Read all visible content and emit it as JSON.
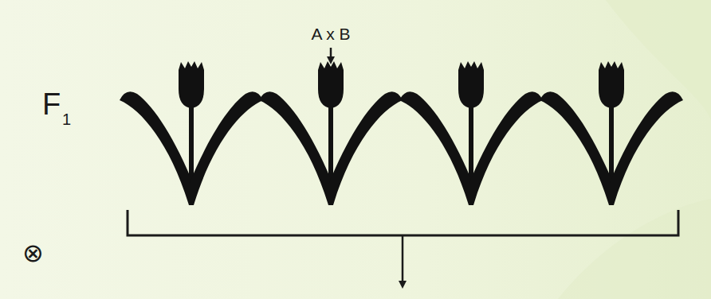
{
  "diagram": {
    "labels": [
      "A x B",
      "F",
      "1",
      "⊗"
    ]
  }
}
